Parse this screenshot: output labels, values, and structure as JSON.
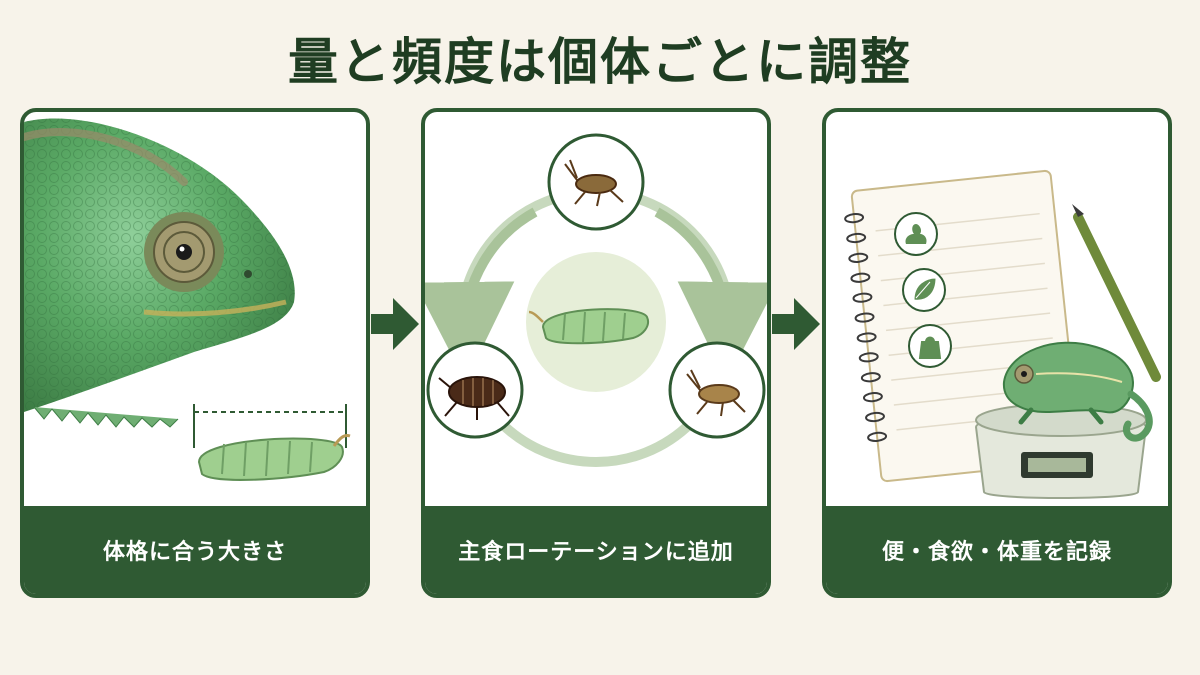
{
  "title": "量と頻度は個体ごとに調整",
  "steps": [
    {
      "label": "体格に合う大きさ"
    },
    {
      "label": "主食ローテーションに追加"
    },
    {
      "label": "便・食欲・体重を記録"
    }
  ],
  "colors": {
    "background": "#f7f3ea",
    "primary": "#2f5a33",
    "title": "#1f3d22",
    "accent_light": "#a9c39a"
  }
}
